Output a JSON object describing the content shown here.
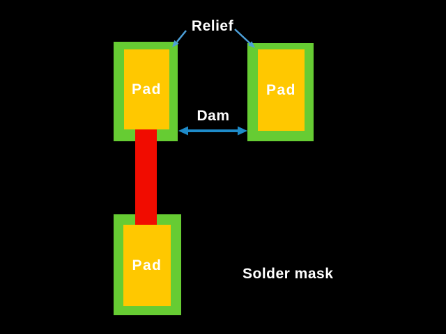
{
  "diagram": {
    "labels": {
      "relief": "Relief",
      "dam": "Dam",
      "solder_mask": "Solder mask"
    },
    "pads": [
      {
        "label": "Pad",
        "position": "top-left"
      },
      {
        "label": "Pad",
        "position": "top-right"
      },
      {
        "label": "Pad",
        "position": "bottom-left"
      }
    ],
    "colors": {
      "background": "#000000",
      "solder_mask_green": "#66CC33",
      "pad_gold": "#FFC800",
      "trace_red": "#F10C00",
      "dam_arrow_blue": "#1E8BC9",
      "relief_arrow_blue": "#4C9FD8",
      "label_white": "#FFFFFF"
    }
  }
}
